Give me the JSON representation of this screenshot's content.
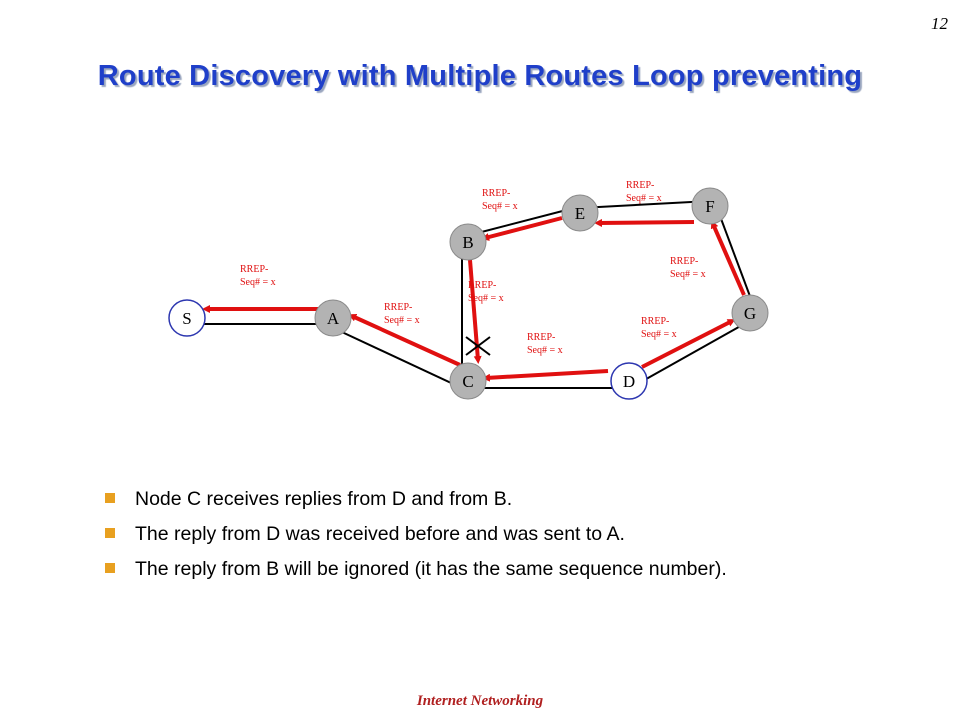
{
  "slide": {
    "page_number": "12",
    "title": "Route Discovery with Multiple Routes Loop preventing",
    "footer": "Internet Networking"
  },
  "diagram": {
    "nodes": [
      {
        "id": "S",
        "label": "S",
        "style": "outlined"
      },
      {
        "id": "A",
        "label": "A",
        "style": "filled"
      },
      {
        "id": "B",
        "label": "B",
        "style": "filled"
      },
      {
        "id": "C",
        "label": "C",
        "style": "filled"
      },
      {
        "id": "D",
        "label": "D",
        "style": "outlined"
      },
      {
        "id": "E",
        "label": "E",
        "style": "filled"
      },
      {
        "id": "F",
        "label": "F",
        "style": "filled"
      },
      {
        "id": "G",
        "label": "G",
        "style": "filled"
      }
    ],
    "links": [
      {
        "from": "S",
        "to": "A"
      },
      {
        "from": "A",
        "to": "C"
      },
      {
        "from": "C",
        "to": "D"
      },
      {
        "from": "D",
        "to": "G"
      },
      {
        "from": "G",
        "to": "F"
      },
      {
        "from": "F",
        "to": "E"
      },
      {
        "from": "E",
        "to": "B"
      },
      {
        "from": "B",
        "to": "C"
      }
    ],
    "replies": [
      {
        "from": "A",
        "to": "S",
        "label_line1": "RREP-",
        "label_line2": "Seq# = x"
      },
      {
        "from": "C",
        "to": "A",
        "label_line1": "RREP-",
        "label_line2": "Seq# = x"
      },
      {
        "from": "D",
        "to": "C",
        "label_line1": "RREP-",
        "label_line2": "Seq# = x"
      },
      {
        "from": "D",
        "to": "G",
        "label_line1": "RREP-",
        "label_line2": "Seq# = x"
      },
      {
        "from": "G",
        "to": "F",
        "label_line1": "RREP-",
        "label_line2": "Seq# = x"
      },
      {
        "from": "F",
        "to": "E",
        "label_line1": "RREP-",
        "label_line2": "Seq# = x"
      },
      {
        "from": "E",
        "to": "B",
        "label_line1": "RREP-",
        "label_line2": "Seq# = x"
      },
      {
        "from": "B",
        "to": "C",
        "label_line1": "RREP-",
        "label_line2": "Seq# = x"
      }
    ],
    "colors": {
      "arrow": "#e01010",
      "label": "#e01010",
      "node_fill": "#b3b3b3",
      "node_outline": "#2d37b0",
      "link": "#000000"
    }
  },
  "bullets": [
    "Node C receives replies from D and from B.",
    "The reply from D was received before and was sent to A.",
    "The reply from B will be ignored (it has the same sequence number)."
  ]
}
